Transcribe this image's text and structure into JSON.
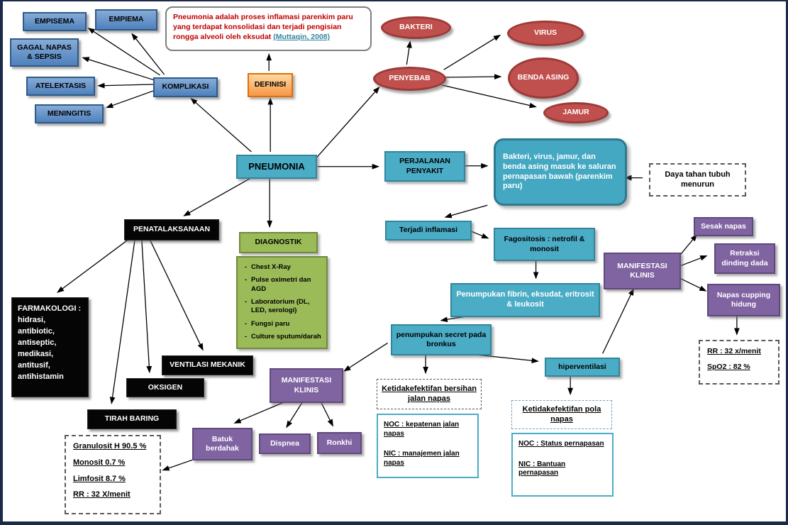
{
  "page": {
    "title": "PNEUMONIA"
  },
  "definisi": {
    "label": "DEFINISI",
    "text": "Pneumonia adalah proses inflamasi parenkim paru yang terdapat konsolidasi dan terjadi pengisian rongga alveoli oleh eksudat ",
    "citation": "(Muttaqin, 2008)"
  },
  "komplikasi": {
    "label": "KOMPLIKASI",
    "items": [
      "EMPISEMA",
      "EMPIEMA",
      "GAGAL NAPAS & SEPSIS",
      "ATELEKTASIS",
      "MENINGITIS"
    ]
  },
  "penyebab": {
    "label": "PENYEBAB",
    "items": [
      "BAKTERI",
      "VIRUS",
      "BENDA ASING",
      "JAMUR"
    ]
  },
  "perjalanan": {
    "label": "PERJALANAN PENYAKIT",
    "entry": "Bakteri, virus, jamur, dan benda asing masuk ke saluran pernapasan bawah (parenkim paru)",
    "daya_tahan": "Daya tahan tubuh menurun",
    "terjadi_inflamasi": "Terjadi inflamasi",
    "fagositosis": "Fagositosis : netrofil & monosit",
    "penumpukan_fibrin": "Penumpukan fibrin, eksudat, eritrosit & leukosit",
    "penumpukan_secret": "penumpukan secret pada bronkus",
    "hiperventilasi": "hiperventilasi"
  },
  "manifestasi_kanan": {
    "label": "MANIFESTASI KLINIS",
    "items": [
      "Sesak napas",
      "Retraksi dinding dada",
      "Napas cupping hidung"
    ],
    "vitals": [
      "RR : 32 x/menit",
      "SpO2 : 82 %"
    ]
  },
  "diagnosa_keperawatan": {
    "bersihan": {
      "title": "Ketidakefektifan bersihan jalan napas",
      "noc": "NOC : kepatenan jalan napas",
      "nic": "NIC : manajemen jalan napas"
    },
    "pola": {
      "title": "Ketidakefektifan pola napas",
      "noc": "NOC : Status pernapasan",
      "nic": "NIC : Bantuan pernapasan"
    }
  },
  "penatalaksanaan": {
    "label": "PENATALAKSANAAN",
    "farmakologi": "FARMAKOLOGI :\nhidrasi,\nantibiotic,\nantiseptic,\nmedikasi,\nantitusif,\nantihistamin",
    "ventilasi": "VENTILASI MEKANIK",
    "oksigen": "OKSIGEN",
    "tirah_baring": "TIRAH BARING"
  },
  "diagnostik": {
    "label": "DIAGNOSTIK",
    "items": [
      "Chest X-Ray",
      "Pulse oximetri dan AGD",
      "Laboratorium (DL, LED, serologi)",
      "Fungsi paru",
      "Culture sputum/darah"
    ]
  },
  "manifestasi_tengah": {
    "label": "MANIFESTASI KLINIS",
    "items": [
      "Batuk berdahak",
      "Dispnea",
      "Ronkhi"
    ]
  },
  "lab": {
    "lines": [
      "Granulosit H 90.5 %",
      "Monosit 0.7 %",
      "Limfosit 8.7 %",
      "RR : 32 X/menit"
    ]
  }
}
